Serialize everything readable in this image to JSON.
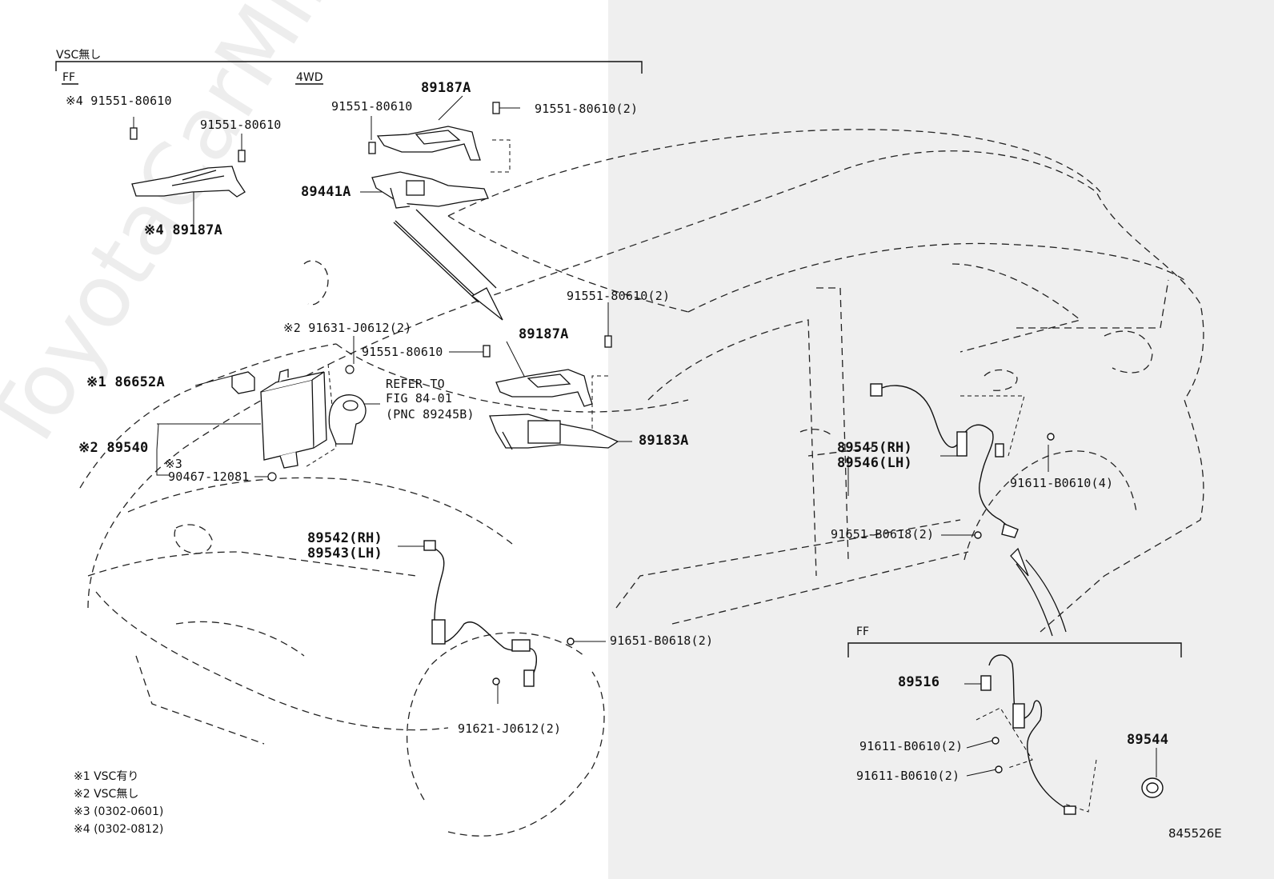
{
  "diagram_id": "845526E",
  "watermark": "ToyotaCarMine.ru",
  "sections": {
    "vsc_none": "VSC無し",
    "ff_top": "FF",
    "fourwd": "4WD",
    "ff_bottom": "FF"
  },
  "labels": {
    "ff_bolt_a": "※4 91551-80610",
    "ff_bolt_b": "91551-80610",
    "ff_bracket": "※4 89187A",
    "wd_bolt_a": "91551-80610",
    "wd_bracket": "89187A",
    "wd_bolt_b": "91551-80610(2)",
    "wd_sensor": "89441A",
    "bolt_2": "91551-80610(2)",
    "nut_2": "※2 91631-J0612(2)",
    "bolt_c": "91551-80610",
    "bracket_b": "89187A",
    "refer_1": "REFER TO",
    "refer_2": "FIG 84-01",
    "refer_3": "(PNC 89245B)",
    "buzzer": "※1 86652A",
    "ecu": "※2 89540",
    "note3": "※3",
    "ecu_bolt": "90467-12081",
    "yaw_sensor": "89183A",
    "rear_sensor_rh": "89545(RH)",
    "rear_sensor_lh": "89546(LH)",
    "rear_bolt": "91611-B0610(4)",
    "rear_clip": "91651-B0618(2)",
    "front_sensor_rh": "89542(RH)",
    "front_sensor_lh": "89543(LH)",
    "front_clip": "91651-B0618(2)",
    "front_bolt": "91621-J0612(2)",
    "ff_sensor": "89516",
    "ff_bolt_1": "91611-B0610(2)",
    "ff_bolt_2": "91611-B0610(2)",
    "ff_rotor": "89544"
  },
  "notes": [
    "※1 VSC有り",
    "※2 VSC無し",
    "※3 (0302-0601)",
    "※4 (0302-0812)"
  ]
}
